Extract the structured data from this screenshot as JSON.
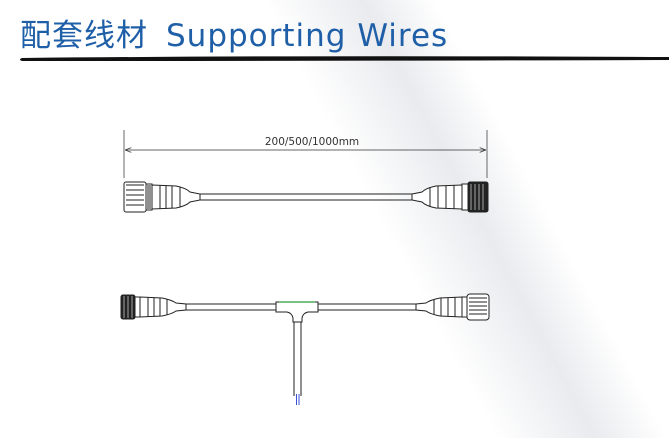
{
  "header": {
    "title_cn": "配套线材",
    "title_en": "Supporting Wires"
  },
  "diagram": {
    "dimension_label": "200/500/1000mm"
  },
  "colors": {
    "title": "#1f5fa8",
    "rule": "#111111",
    "wire_outline": "#222222",
    "tee_accent": "#2e9a3a",
    "lead_blue": "#3a4fd8"
  }
}
